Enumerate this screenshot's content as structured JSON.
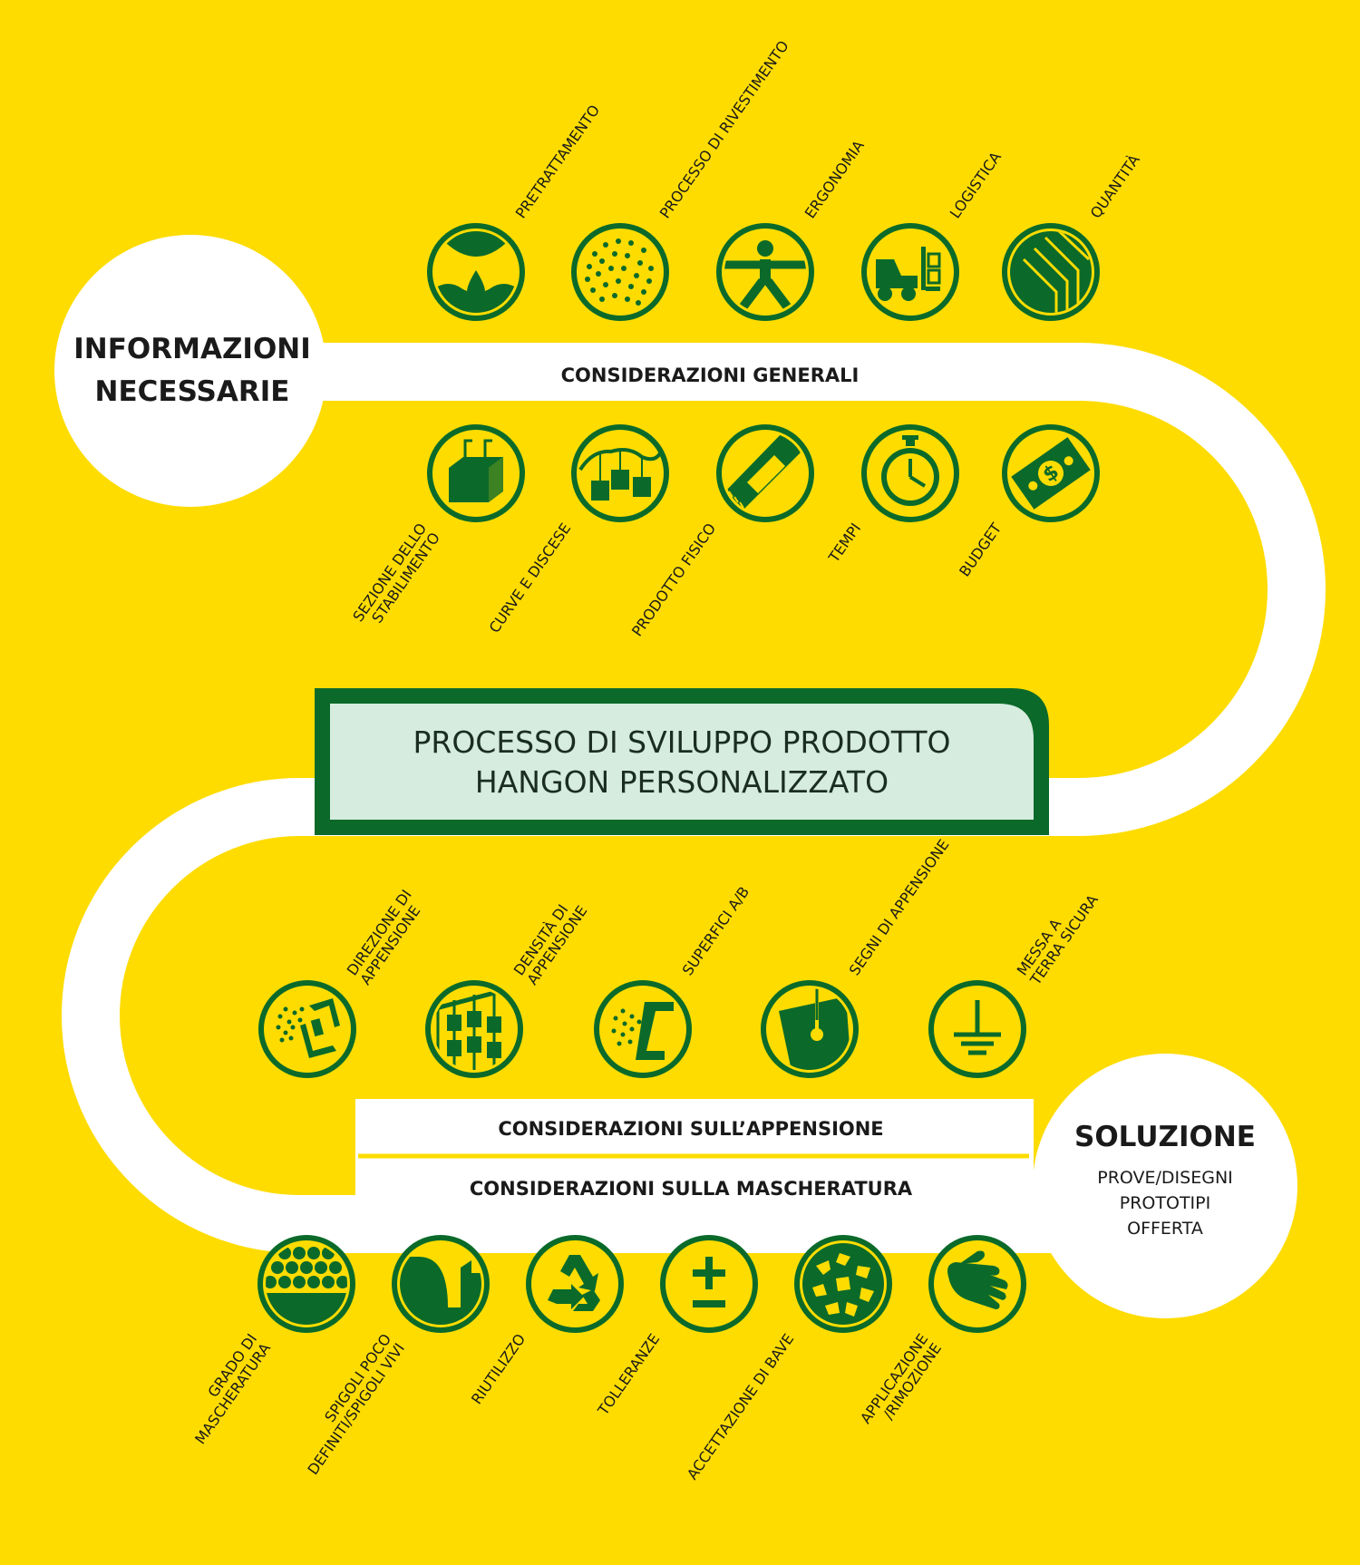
{
  "start": {
    "line1": "INFORMAZIONI",
    "line2": "NECESSARIE"
  },
  "center": {
    "line1": "PROCESSO DI SVILUPPO PRODOTTO",
    "line2": "HANGON PERSONALIZZATO"
  },
  "bands": {
    "general": "CONSIDERAZIONI GENERALI",
    "hanging": "CONSIDERAZIONI SULL’APPENSIONE",
    "masking": "CONSIDERAZIONI SULLA MASCHERATURA"
  },
  "solution": {
    "title": "SOLUZIONE",
    "items": [
      "PROVE/DISEGNI",
      "PROTOTIPI",
      "OFFERTA"
    ]
  },
  "general_top": [
    {
      "label": [
        "PRETRATTAMENTO"
      ],
      "icon": "pretreatment-drop-icon"
    },
    {
      "label": [
        "PROCESSO DI RIVESTIMENTO"
      ],
      "icon": "coating-dots-icon"
    },
    {
      "label": [
        "ERGONOMIA"
      ],
      "icon": "ergonomic-person-icon"
    },
    {
      "label": [
        "LOGISTICA"
      ],
      "icon": "forklift-icon"
    },
    {
      "label": [
        "QUANTITÀ"
      ],
      "icon": "stacked-sheets-icon"
    }
  ],
  "general_bottom": [
    {
      "label": [
        "SEZIONE DELLO",
        "STABILIMENTO"
      ],
      "icon": "tank-section-icon"
    },
    {
      "label": [
        "CURVE E DISCESE"
      ],
      "icon": "conveyor-curves-icon"
    },
    {
      "label": [
        "PRODOTTO FISICO"
      ],
      "icon": "physical-product-icon"
    },
    {
      "label": [
        "TEMPI"
      ],
      "icon": "stopwatch-icon"
    },
    {
      "label": [
        "BUDGET"
      ],
      "icon": "banknote-icon"
    }
  ],
  "hanging": [
    {
      "label": [
        "DIREZIONE DI",
        "APPENSIONE"
      ],
      "icon": "hanging-direction-icon"
    },
    {
      "label": [
        "DENSITÀ DI",
        "APPENSIONE"
      ],
      "icon": "hanging-density-icon"
    },
    {
      "label": [
        "SUPERFICI A/B"
      ],
      "icon": "surfaces-ab-icon"
    },
    {
      "label": [
        "SEGNI DI APPENSIONE"
      ],
      "icon": "hanging-marks-icon"
    },
    {
      "label": [
        "MESSA A",
        "TERRA SICURA"
      ],
      "icon": "ground-symbol-icon"
    }
  ],
  "masking": [
    {
      "label": [
        "GRADO DI",
        "MASCHERATURA"
      ],
      "icon": "masking-degree-icon"
    },
    {
      "label": [
        "SPIGOLI POCO",
        "DEFINITI/SPIGOLI VIVI"
      ],
      "icon": "edges-icon"
    },
    {
      "label": [
        "RIUTILIZZO"
      ],
      "icon": "recycle-icon"
    },
    {
      "label": [
        "TOLLERANZE"
      ],
      "icon": "plus-minus-icon"
    },
    {
      "label": [
        "ACCETTAZIONE DI BAVE"
      ],
      "icon": "flash-burr-icon"
    },
    {
      "label": [
        "APPLICAZIONE",
        "/RIMOZIONE"
      ],
      "icon": "hand-icon"
    }
  ],
  "colors": {
    "background": "#FEDC00",
    "green": "#0B6A2A",
    "road": "#FFFFFF",
    "center_fill": "#D6ECDE",
    "text": "#1a1a1a"
  }
}
